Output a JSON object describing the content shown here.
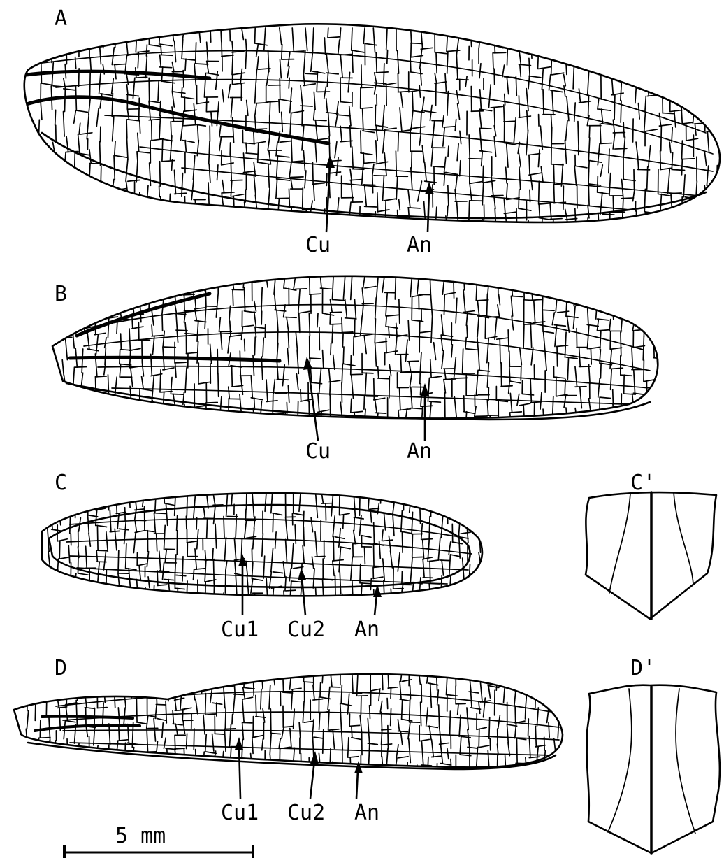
{
  "panels": [
    {
      "id": "A",
      "label": "A",
      "pointers": [
        {
          "label": "Cu"
        },
        {
          "label": "An"
        }
      ]
    },
    {
      "id": "B",
      "label": "B",
      "pointers": [
        {
          "label": "Cu"
        },
        {
          "label": "An"
        }
      ]
    },
    {
      "id": "C",
      "label": "C",
      "pointers": [
        {
          "label": "Cu1"
        },
        {
          "label": "Cu2"
        },
        {
          "label": "An"
        }
      ]
    },
    {
      "id": "D",
      "label": "D",
      "pointers": [
        {
          "label": "Cu1"
        },
        {
          "label": "Cu2"
        },
        {
          "label": "An"
        }
      ]
    }
  ],
  "inset_panels": [
    {
      "id": "C'",
      "label": "C'"
    },
    {
      "id": "D'",
      "label": "D'"
    }
  ],
  "scale_bar": {
    "label": "5 mm"
  }
}
